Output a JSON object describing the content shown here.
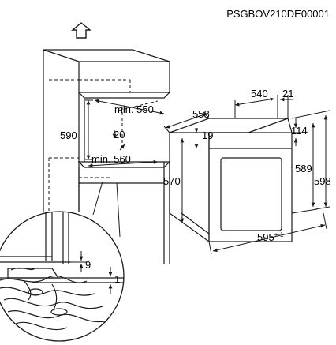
{
  "doc_code": "PSGBOV210DE00001",
  "labels": {
    "min550": "min. 550",
    "d590": "590",
    "d20": "20",
    "min560": "min. 560",
    "d558": "558",
    "d540": "540",
    "d21": "21",
    "d19": "19",
    "d114": "114",
    "d570": "570",
    "d589": "589",
    "d598": "598",
    "d595": "595",
    "d595_tol": "+-1",
    "d9": "9",
    "d1": "1"
  },
  "icons": {
    "up_arrow": "up-arrow-icon"
  },
  "colors": {
    "line": "#1a1a1a",
    "background": "#ffffff"
  }
}
